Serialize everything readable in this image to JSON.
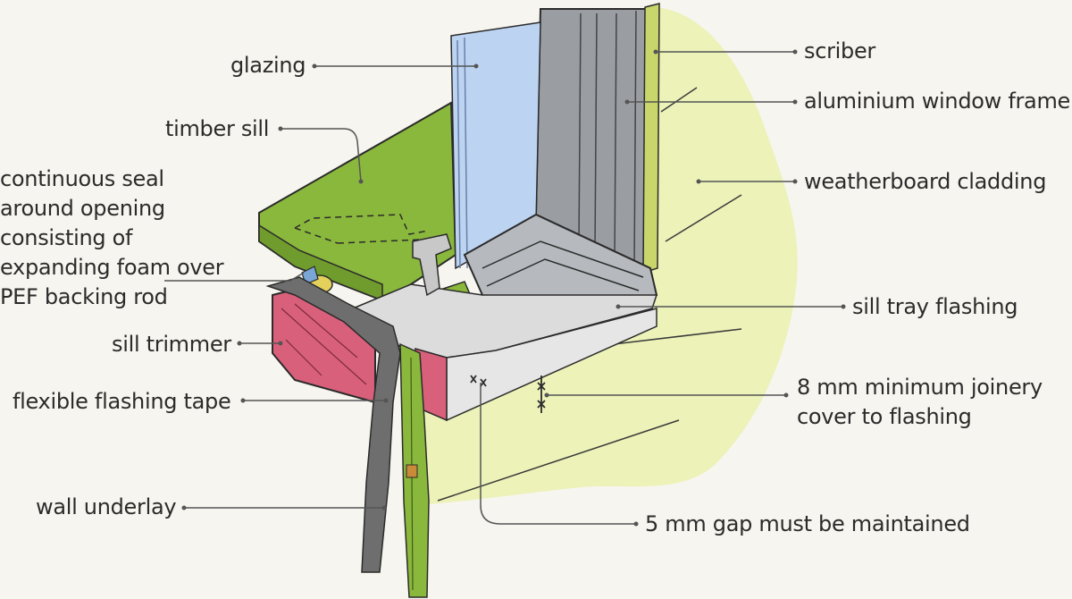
{
  "labels": {
    "glazing": "glazing",
    "timber_sill": "timber sill",
    "continuous_seal": [
      "continuous seal",
      "around opening",
      "consisting of",
      "expanding foam over",
      "PEF backing rod"
    ],
    "sill_trimmer": "sill trimmer",
    "flexible_flashing_tape": "flexible flashing tape",
    "wall_underlay": "wall underlay",
    "scriber": "scriber",
    "aluminium_window_frame": "aluminium window frame",
    "weatherboard_cladding": "weatherboard cladding",
    "sill_tray_flashing": "sill tray flashing",
    "joinery_cover": [
      "8 mm minimum joinery",
      "cover to flashing"
    ],
    "gap": "5 mm gap must be maintained"
  },
  "colors": {
    "background": "#f7f5ef",
    "cladding": "#ecf2b8",
    "timber_green": "#8ab83c",
    "trimmer_pink": "#d9607b",
    "frame_grey": "#9a9ea3",
    "flashing_light": "#dcdcdc",
    "underlay_dark": "#6e6e6e",
    "glass_blue": "#bcd4f2",
    "text": "#2b2b2b"
  }
}
